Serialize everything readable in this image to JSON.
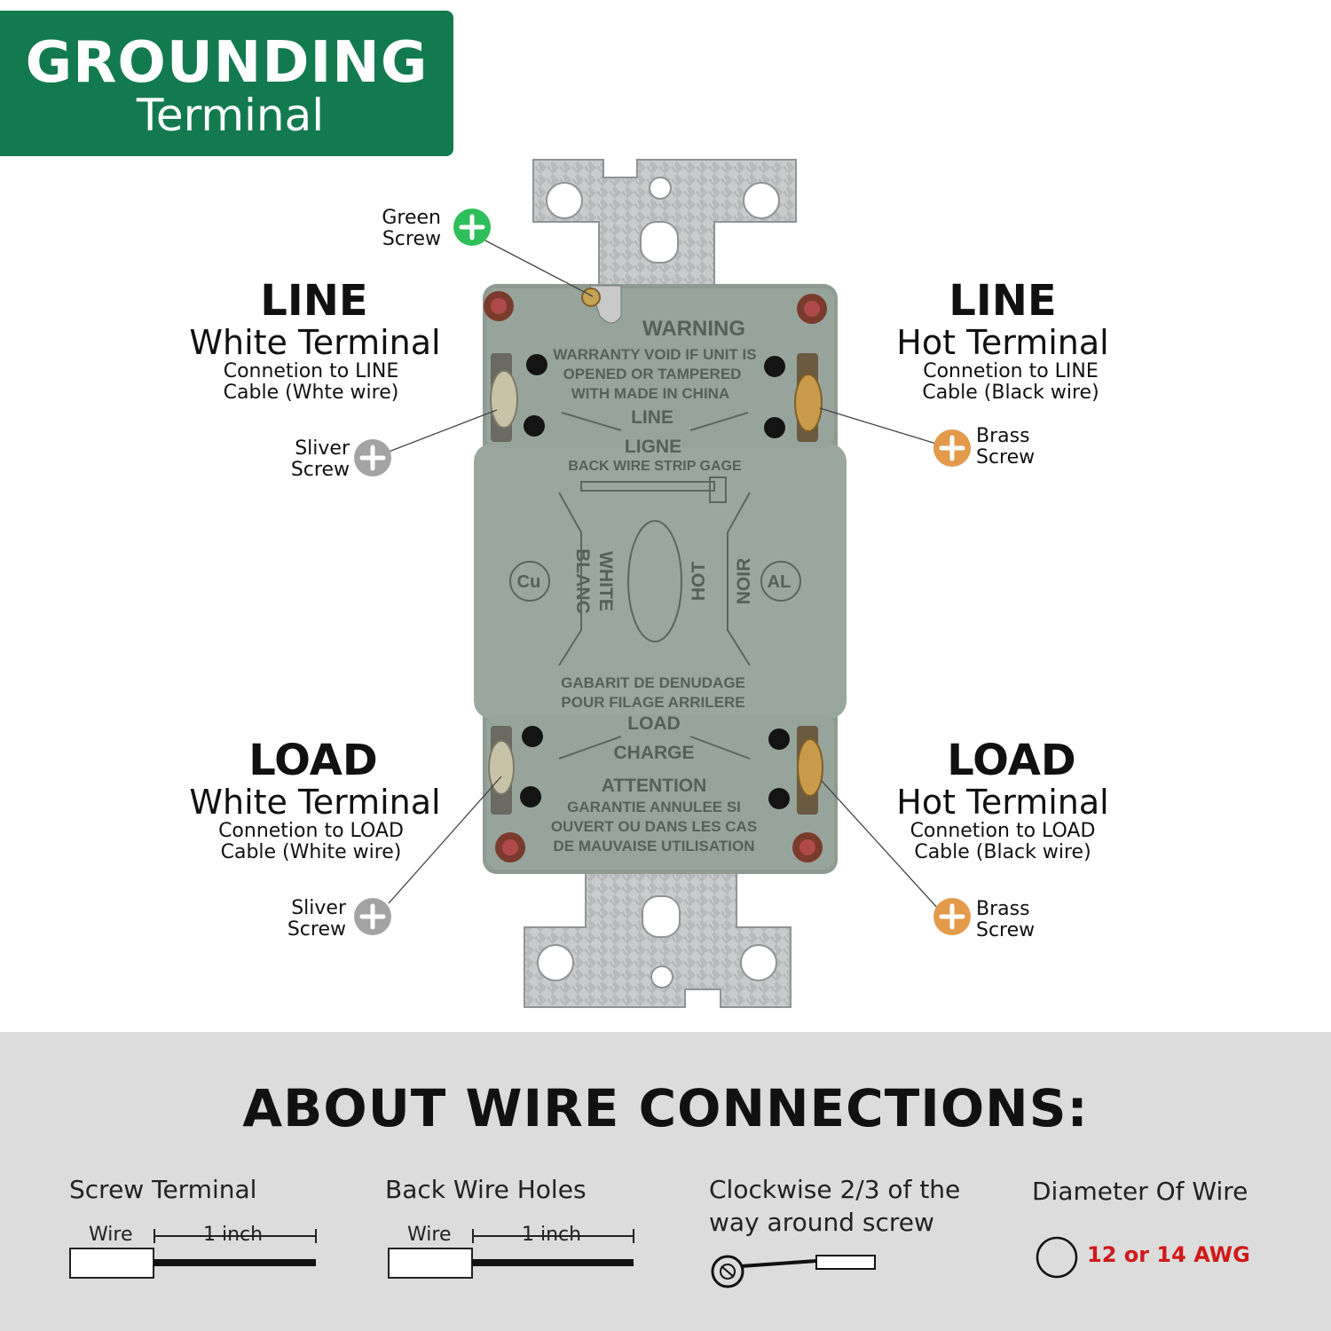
{
  "banner": {
    "title": "GROUNDING",
    "subtitle": "Terminal"
  },
  "green_screw": {
    "line1": "Green",
    "line2": "Screw",
    "color": "#2fbf5a"
  },
  "line_white": {
    "heading": "LINE",
    "title": "White Terminal",
    "desc1": "Connetion to LINE",
    "desc2": "Cable (Whte wire)"
  },
  "line_hot": {
    "heading": "LINE",
    "title": "Hot Terminal",
    "desc1": "Connetion to LINE",
    "desc2": "Cable (Black wire)"
  },
  "load_white": {
    "heading": "LOAD",
    "title": "White Terminal",
    "desc1": "Connetion to LOAD",
    "desc2": "Cable (White wire)"
  },
  "load_hot": {
    "heading": "LOAD",
    "title": "Hot Terminal",
    "desc1": "Connetion to LOAD",
    "desc2": "Cable (Black wire)"
  },
  "silver_screw": {
    "line1": "Sliver",
    "line2": "Screw",
    "color": "#a3a3a3"
  },
  "brass_screw": {
    "line1": "Brass",
    "line2": "Screw",
    "color": "#e39a4b"
  },
  "outlet_text": {
    "warning": "WARNING",
    "warning_lines": [
      "WARRANTY VOID IF UNIT IS",
      "OPENED OR TAMPERED",
      "WITH MADE IN CHINA"
    ],
    "line": "LINE",
    "ligne": "LIGNE",
    "strip_gage": "BACK WIRE STRIP GAGE",
    "white": "WHITE",
    "blanc": "BLANC",
    "hot": "HOT",
    "noir": "NOIR",
    "cu": "Cu",
    "al": "AL",
    "gabarit_lines": [
      "GABARIT DE DENUDAGE",
      "POUR FILAGE ARRILERE"
    ],
    "load": "LOAD",
    "charge": "CHARGE",
    "attention": "ATTENTION",
    "attention_lines": [
      "GARANTIE ANNULEE SI",
      "OUVERT OU DANS LES CAS",
      "DE MAUVAISE UTILISATION"
    ]
  },
  "about": {
    "title": "ABOUT WIRE CONNECTIONS:",
    "screw_terminal": {
      "title": "Screw Terminal",
      "wire": "Wire",
      "length": "1 inch"
    },
    "back_wire": {
      "title": "Back Wire Holes",
      "wire": "Wire",
      "length": "1 inch"
    },
    "clockwise": {
      "line1": "Clockwise 2/3 of the",
      "line2": "way around screw"
    },
    "diameter": {
      "title": "Diameter Of Wire",
      "awg": "12 or 14 AWG"
    }
  },
  "colors": {
    "banner_green": "#137a50",
    "outlet_gray": "#9aa79e",
    "awg_red": "#d01919"
  }
}
